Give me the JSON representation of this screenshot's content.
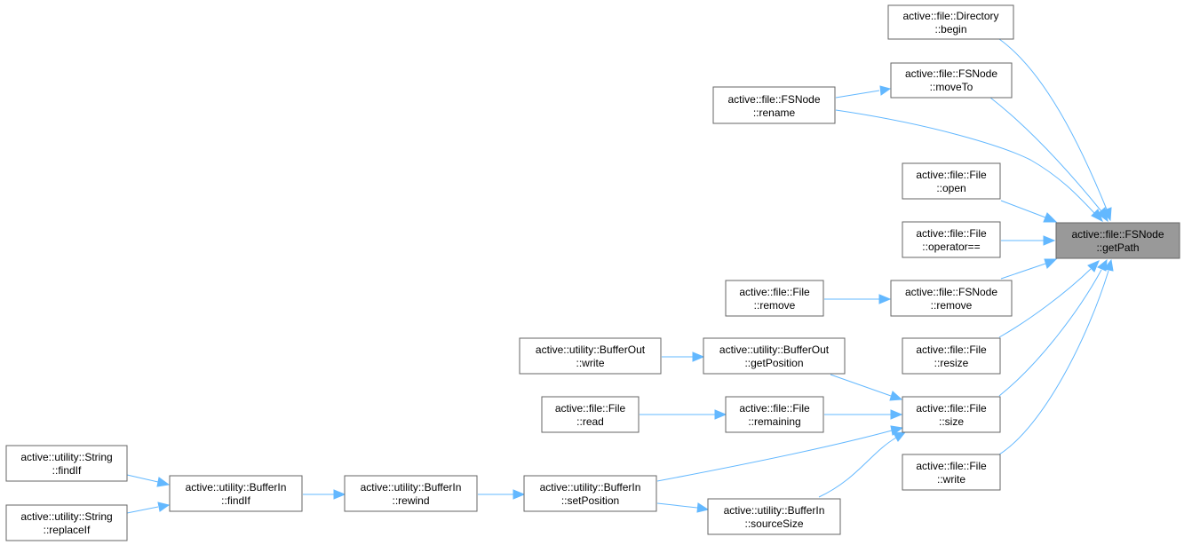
{
  "nodes": {
    "getpath": {
      "line1": "active::file::FSNode",
      "line2": "::getPath"
    },
    "dir_begin": {
      "line1": "active::file::Directory",
      "line2": "::begin"
    },
    "fsnode_moveto": {
      "line1": "active::file::FSNode",
      "line2": "::moveTo"
    },
    "fsnode_rename": {
      "line1": "active::file::FSNode",
      "line2": "::rename"
    },
    "file_open": {
      "line1": "active::file::File",
      "line2": "::open"
    },
    "file_opeq": {
      "line1": "active::file::File",
      "line2": "::operator=="
    },
    "file_remove": {
      "line1": "active::file::File",
      "line2": "::remove"
    },
    "fsnode_remove": {
      "line1": "active::file::FSNode",
      "line2": "::remove"
    },
    "bo_write": {
      "line1": "active::utility::BufferOut",
      "line2": "::write"
    },
    "bo_getpos": {
      "line1": "active::utility::BufferOut",
      "line2": "::getPosition"
    },
    "file_resize": {
      "line1": "active::file::File",
      "line2": "::resize"
    },
    "file_read": {
      "line1": "active::file::File",
      "line2": "::read"
    },
    "file_remaining": {
      "line1": "active::file::File",
      "line2": "::remaining"
    },
    "file_size": {
      "line1": "active::file::File",
      "line2": "::size"
    },
    "str_findif": {
      "line1": "active::utility::String",
      "line2": "::findIf"
    },
    "bi_findif": {
      "line1": "active::utility::BufferIn",
      "line2": "::findIf"
    },
    "bi_rewind": {
      "line1": "active::utility::BufferIn",
      "line2": "::rewind"
    },
    "bi_setpos": {
      "line1": "active::utility::BufferIn",
      "line2": "::setPosition"
    },
    "file_write": {
      "line1": "active::file::File",
      "line2": "::write"
    },
    "str_replaceif": {
      "line1": "active::utility::String",
      "line2": "::replaceIf"
    },
    "bi_sourcesize": {
      "line1": "active::utility::BufferIn",
      "line2": "::sourceSize"
    }
  },
  "colors": {
    "edge": "#63b8ff",
    "node_border": "#666666",
    "focus_fill": "#999999"
  }
}
